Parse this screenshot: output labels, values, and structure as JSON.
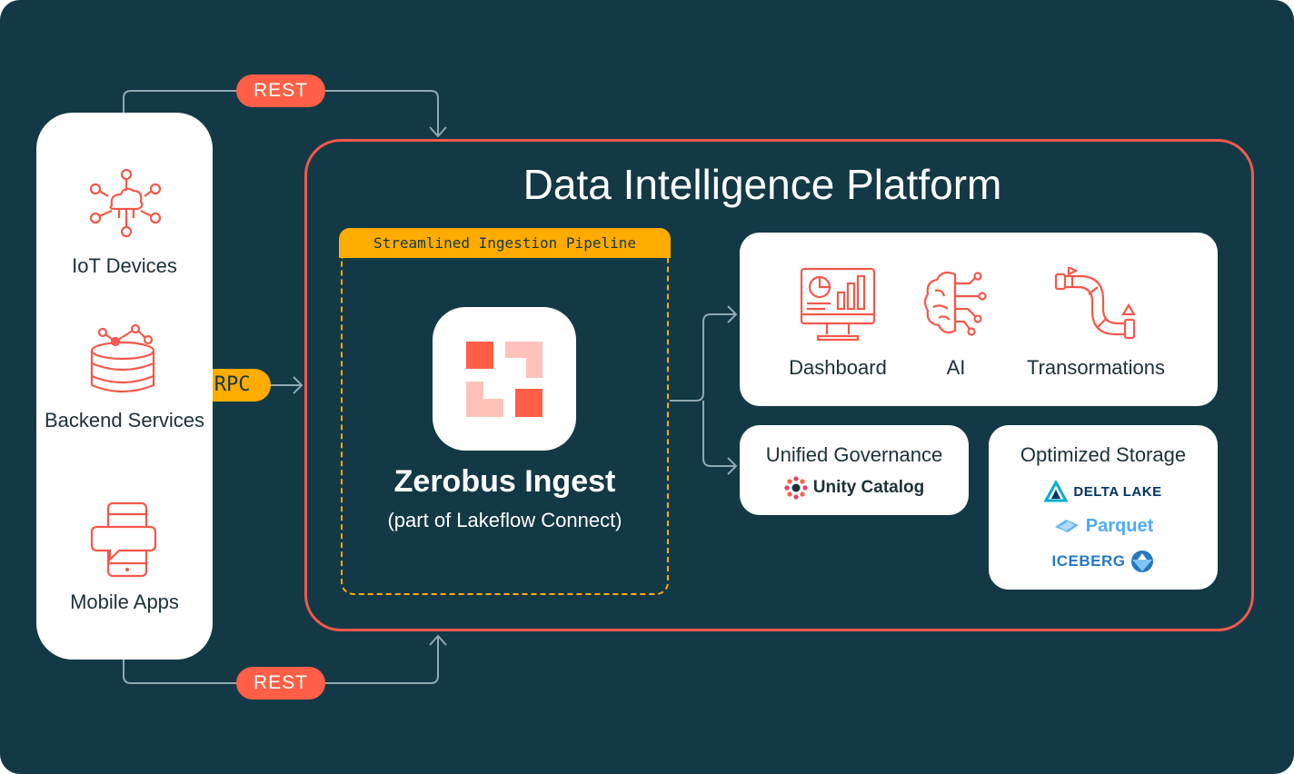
{
  "title": "Data Intelligence Platform",
  "sources": [
    {
      "label": "IoT Devices",
      "icon": "iot-network-icon"
    },
    {
      "label": "Backend Services",
      "icon": "database-icon"
    },
    {
      "label": "Mobile Apps",
      "icon": "mobile-phone-icon"
    }
  ],
  "connectors": {
    "rest_top": "REST",
    "grpc": "gRPC",
    "rest_bottom": "REST"
  },
  "pipeline": {
    "tab_label": "Streamlined Ingestion Pipeline",
    "product_name": "Zerobus Ingest",
    "product_sub": "(part of Lakeflow Connect)"
  },
  "outputs": {
    "analytics": [
      {
        "label": "Dashboard",
        "icon": "dashboard-monitor-icon"
      },
      {
        "label": "AI",
        "icon": "brain-circuit-icon"
      },
      {
        "label": "Transormations",
        "icon": "pipeline-transform-icon"
      }
    ],
    "governance": {
      "title": "Unified Governance",
      "logo_text": "Unity Catalog"
    },
    "storage": {
      "title": "Optimized Storage",
      "logos": [
        "DELTA LAKE",
        "Parquet",
        "ICEBERG"
      ]
    }
  },
  "colors": {
    "background": "#143946",
    "accent": "#FF5F46",
    "platform_border": "#F4584A",
    "pipeline": "#FFAB00",
    "connector_line": "#8FA9B1"
  }
}
